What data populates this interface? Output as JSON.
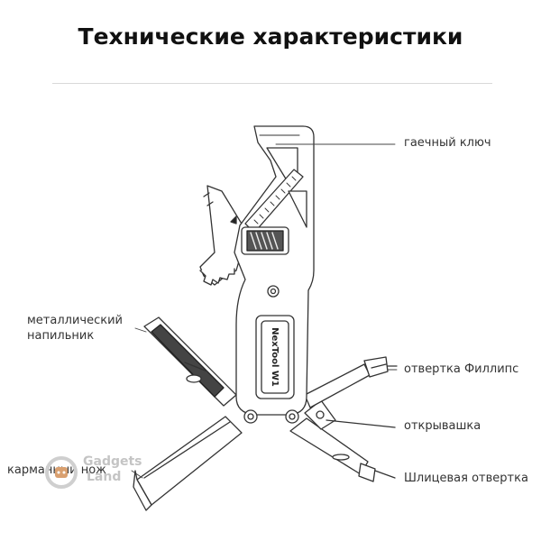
{
  "title": "Технические характеристики",
  "labels": {
    "wrench": "гаечный ключ",
    "file_line1": "металлический",
    "file_line2": "напильник",
    "phillips": "отвертка Филлипс",
    "opener": "открывашка",
    "knife": "карманный нож",
    "flathead": "Шлицевая отвертка"
  },
  "brand_text": "NexTool W1",
  "watermark": {
    "line1": "Gadgets",
    "line2": "Land"
  }
}
